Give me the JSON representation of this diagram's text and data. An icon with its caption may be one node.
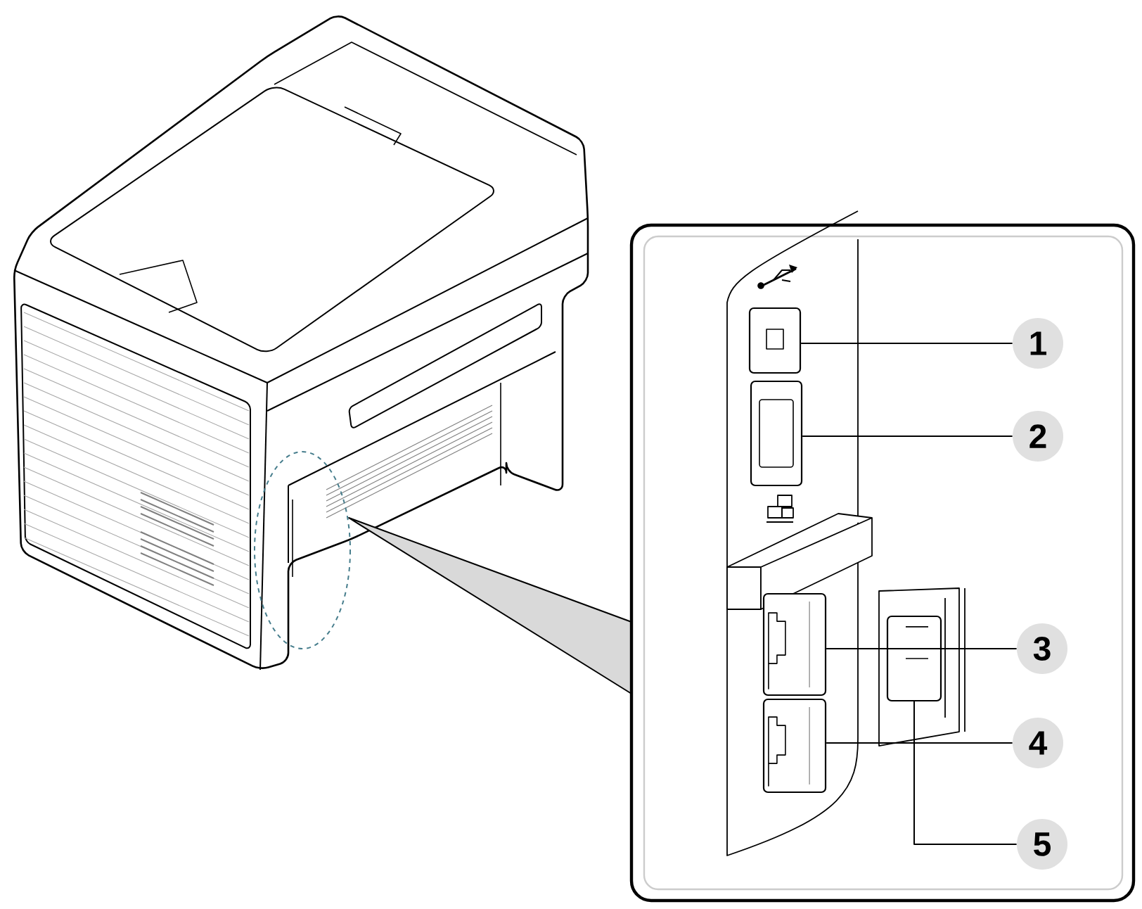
{
  "diagram": {
    "nodes": [
      {
        "text": [
          "1"
        ]
      },
      {
        "text": [
          "2"
        ]
      },
      {
        "text": [
          "3"
        ]
      },
      {
        "text": [
          "4"
        ]
      },
      {
        "text": [
          "5"
        ]
      },
      {
        "text": [],
        "shape": "box"
      },
      {
        "text": [],
        "shape": "box"
      },
      {
        "text": [],
        "shape": "box"
      },
      {
        "text": [],
        "shape": "box"
      },
      {
        "text": [],
        "shape": "box"
      }
    ],
    "edges": [
      {
        "from": 0,
        "to": 5,
        "arrow": "none"
      },
      {
        "from": 1,
        "to": 6,
        "arrow": "none"
      },
      {
        "from": 2,
        "to": 7,
        "arrow": "none"
      },
      {
        "from": 3,
        "to": 8,
        "arrow": "none"
      },
      {
        "from": 4,
        "to": 9,
        "arrow": "none"
      }
    ]
  }
}
